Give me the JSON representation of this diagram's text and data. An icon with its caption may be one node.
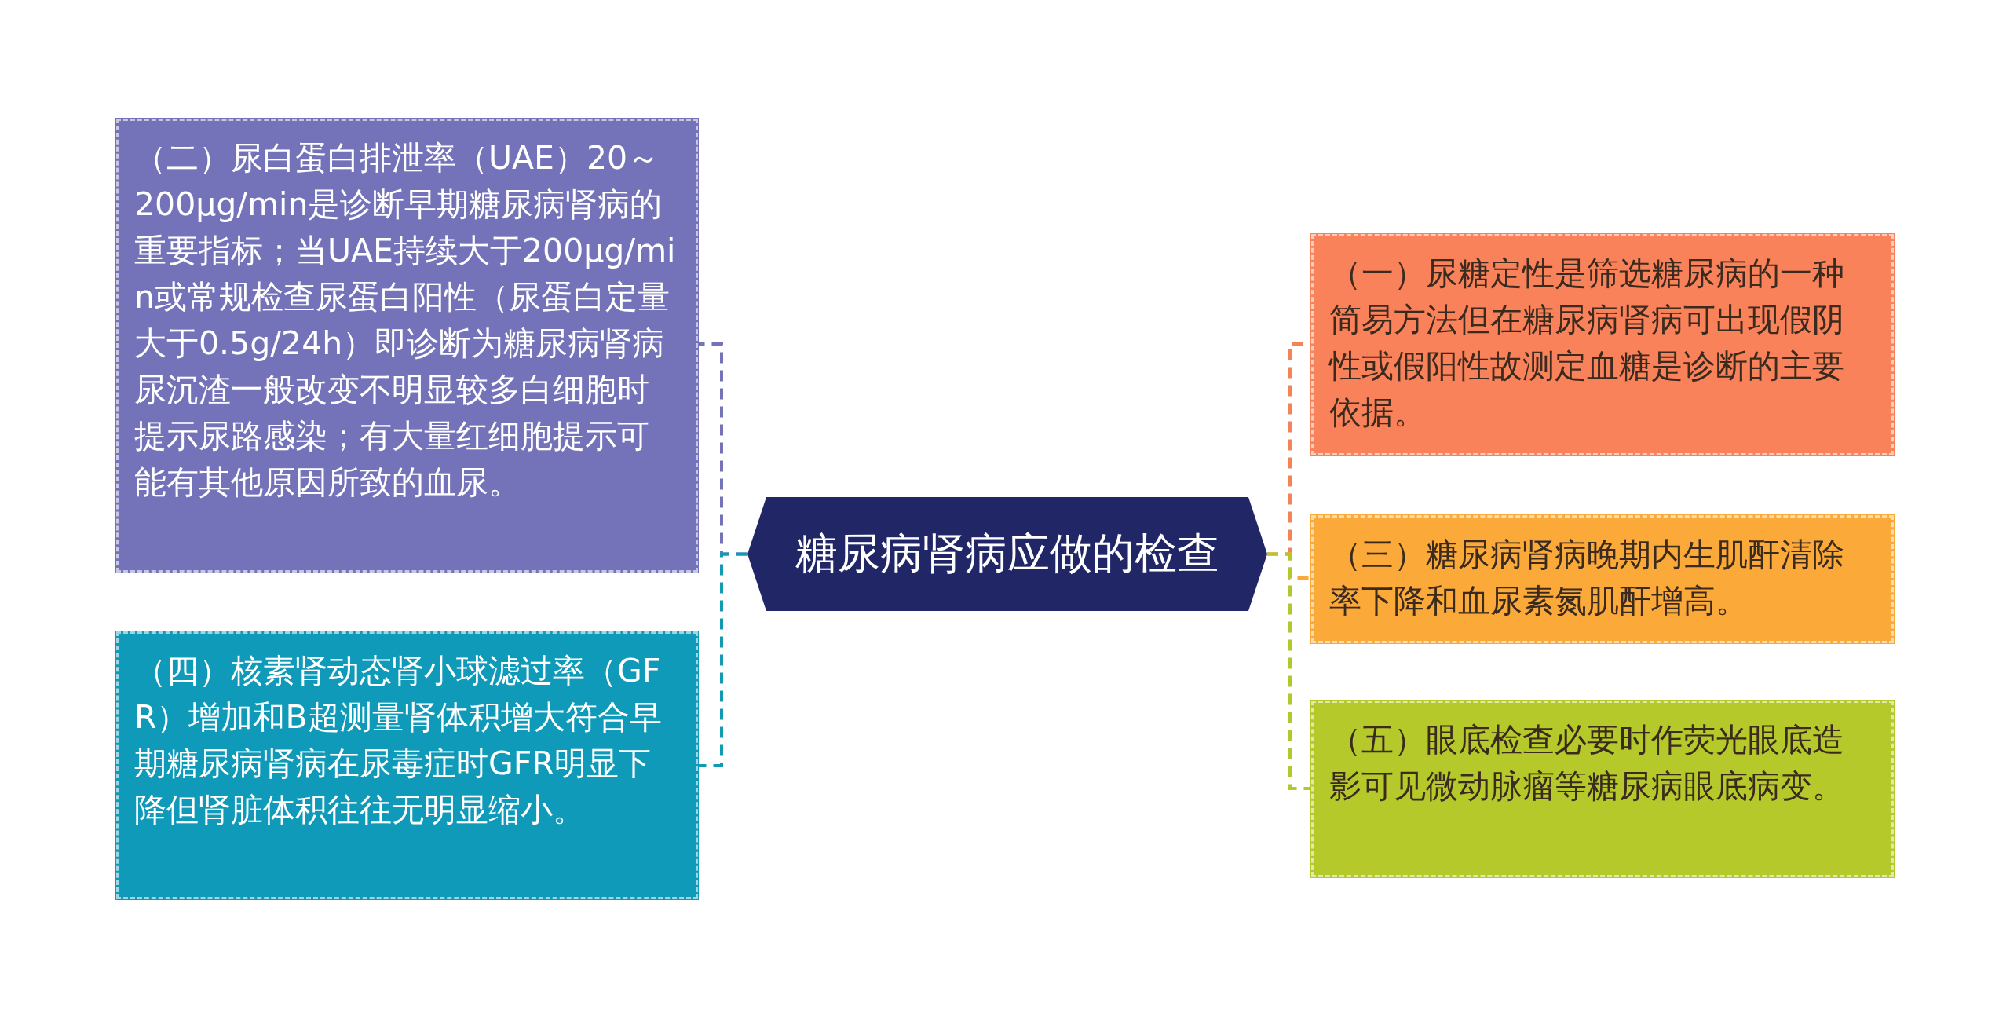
{
  "diagram": {
    "nodes": [
      {
        "text": [
          "糖尿病肾病应做的检查"
        ]
      },
      {
        "text": [
          "（二）尿白蛋白排泄率（UAE）20～200μg/min是诊断早期糖尿病肾病的重要指标；当UAE持续大于200μg/min或常规检查尿蛋白阳性（尿蛋白定量大于0.5g/24h）即诊断为糖尿病肾病尿沉渣一般改变不明显较多白细胞时提示尿路感染；有大量红细胞提示可能有其他原因所致的血尿。"
        ]
      },
      {
        "text": [
          "（四）核素肾动态肾小球滤过率（GFR）增加和B超测量肾体积增大符合早期糖尿病肾病在尿毒症时GFR明显下降但肾脏体积往往无明显缩小。"
        ]
      },
      {
        "text": [
          "（一）尿糖定性是筛选糖尿病的一种简易方法但在糖尿病肾病可出现假阴性或假阳性故测定血糖是诊断的主要依据。"
        ]
      },
      {
        "text": [
          "（三）糖尿病肾病晚期内生肌酐清除率下降和血尿素氮肌酐增高。"
        ]
      },
      {
        "text": [
          "（五）眼底检查必要时作荧光眼底造影可见微动脉瘤等糖尿病眼底病变。"
        ]
      }
    ],
    "edges": [
      {
        "from": 0,
        "to": 1,
        "arrow": "none",
        "style": "dashed",
        "color": "#7472b9"
      },
      {
        "from": 0,
        "to": 2,
        "arrow": "none",
        "style": "dashed",
        "color": "#1499b5"
      },
      {
        "from": 0,
        "to": 3,
        "arrow": "none",
        "style": "dashed",
        "color": "#f3845a"
      },
      {
        "from": 0,
        "to": 4,
        "arrow": "none",
        "style": "dashed",
        "color": "#f9a93a"
      },
      {
        "from": 0,
        "to": 5,
        "arrow": "none",
        "style": "dashed",
        "color": "#b3c72e"
      }
    ]
  }
}
